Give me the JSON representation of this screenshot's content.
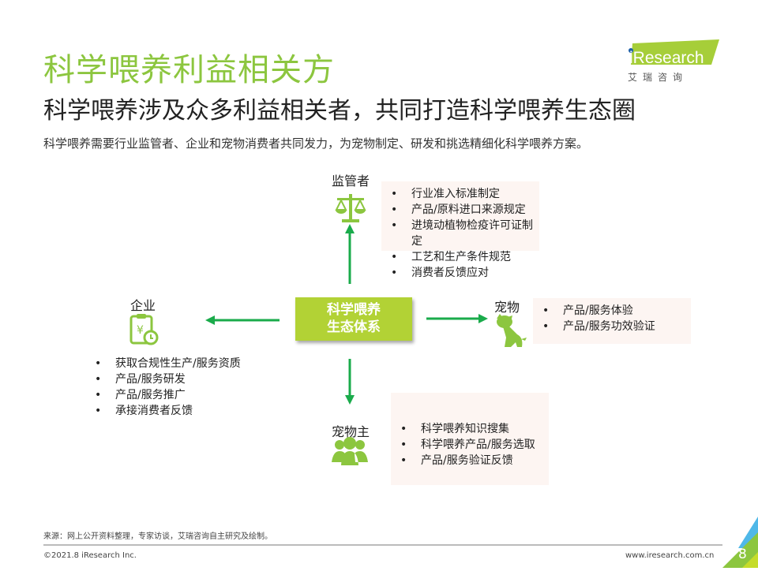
{
  "header": {
    "title": "科学喂养利益相关方",
    "subtitle": "科学喂养涉及众多利益相关者，共同打造科学喂养生态圈",
    "description": "科学喂养需要行业监管者、企业和宠物消费者共同发力，为宠物制定、研发和挑选精细化科学喂养方案。"
  },
  "logo": {
    "brand": "iResearch",
    "cn": "艾 瑞 咨 询",
    "color": "#a6ce39"
  },
  "center": {
    "line1": "科学喂养",
    "line2": "生态体系"
  },
  "regulator": {
    "label": "监管者",
    "icon": "scales-icon",
    "items": [
      "行业准入标准制定",
      "产品/原料进口来源规定",
      "进境动植物检疫许可证制定",
      "工艺和生产条件规范",
      "消费者反馈应对"
    ]
  },
  "enterprise": {
    "label": "企业",
    "icon": "clipboard-yen-clock-icon",
    "items": [
      "获取合规性生产/服务资质",
      "产品/服务研发",
      "产品/服务推广",
      "承接消费者反馈"
    ]
  },
  "pet": {
    "label": "宠物",
    "icon": "dog-icon",
    "items": [
      "产品/服务体验",
      "产品/服务功效验证"
    ]
  },
  "owner": {
    "label": "宠物主",
    "icon": "people-icon",
    "items": [
      "科学喂养知识搜集",
      "科学喂养产品/服务选取",
      "产品/服务验证反馈"
    ]
  },
  "footer": {
    "source": "来源：网上公开资料整理，专家访谈，艾瑞咨询自主研究及绘制。",
    "copyright": "©2021.8 iResearch Inc.",
    "website": "www.iresearch.com.cn",
    "page": "8"
  },
  "colors": {
    "green": "#8cc63f",
    "arrow": "#1aab4b",
    "center": "#b2d235"
  }
}
